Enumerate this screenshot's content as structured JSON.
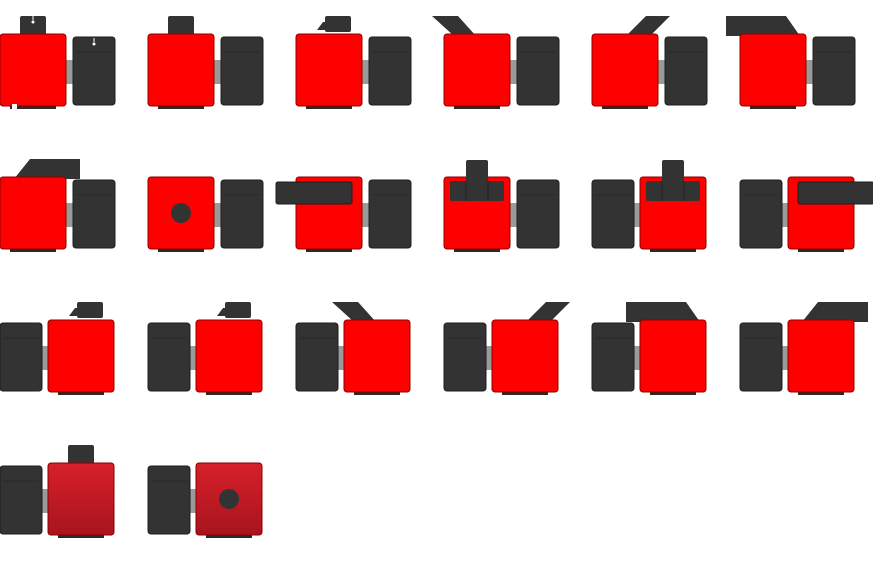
{
  "sprite_sheet": {
    "colors": {
      "body": "#ff0000",
      "body_dark_top": "#d7202a",
      "body_dark_bottom": "#a8141e",
      "part": "#333333",
      "part_stroke": "#1e1e1e",
      "connector": "#9a9a9a",
      "shadow": "#2a2a2a",
      "background": "#ffffff"
    },
    "frames": [
      {
        "row": 0,
        "col": 0,
        "body_side": "left",
        "attachment": "small-block-with-markers",
        "body_style": "bright"
      },
      {
        "row": 0,
        "col": 1,
        "body_side": "left",
        "attachment": "small-block",
        "body_style": "bright"
      },
      {
        "row": 0,
        "col": 2,
        "body_side": "left",
        "attachment": "small-block-slanted",
        "body_style": "bright"
      },
      {
        "row": 0,
        "col": 3,
        "body_side": "left",
        "attachment": "flap-raised-left",
        "body_style": "bright"
      },
      {
        "row": 0,
        "col": 4,
        "body_side": "left",
        "attachment": "flap-raised-right",
        "body_style": "bright"
      },
      {
        "row": 0,
        "col": 5,
        "body_side": "left",
        "attachment": "flap-half-open",
        "body_style": "bright"
      },
      {
        "row": 1,
        "col": 0,
        "body_side": "left",
        "attachment": "flap-open-right",
        "body_style": "bright"
      },
      {
        "row": 1,
        "col": 1,
        "body_side": "left",
        "attachment": "hole",
        "body_style": "bright"
      },
      {
        "row": 1,
        "col": 2,
        "body_side": "left",
        "attachment": "bar-horizontal",
        "body_style": "bright"
      },
      {
        "row": 1,
        "col": 3,
        "body_side": "left",
        "attachment": "clamp",
        "body_style": "bright"
      },
      {
        "row": 1,
        "col": 4,
        "body_side": "right",
        "attachment": "clamp",
        "body_style": "bright"
      },
      {
        "row": 1,
        "col": 5,
        "body_side": "right",
        "attachment": "bar-horizontal",
        "body_style": "bright"
      },
      {
        "row": 2,
        "col": 0,
        "body_side": "right",
        "attachment": "small-block-slanted",
        "body_style": "bright"
      },
      {
        "row": 2,
        "col": 1,
        "body_side": "right",
        "attachment": "small-block-slanted",
        "body_style": "bright"
      },
      {
        "row": 2,
        "col": 2,
        "body_side": "right",
        "attachment": "flap-raised-left",
        "body_style": "bright"
      },
      {
        "row": 2,
        "col": 3,
        "body_side": "right",
        "attachment": "flap-raised-right",
        "body_style": "bright"
      },
      {
        "row": 2,
        "col": 4,
        "body_side": "right",
        "attachment": "flap-half-open",
        "body_style": "bright"
      },
      {
        "row": 2,
        "col": 5,
        "body_side": "right",
        "attachment": "flap-open-right",
        "body_style": "bright"
      },
      {
        "row": 3,
        "col": 0,
        "body_side": "right",
        "attachment": "small-block",
        "body_style": "shaded"
      },
      {
        "row": 3,
        "col": 1,
        "body_side": "right",
        "attachment": "hole",
        "body_style": "shaded"
      }
    ]
  }
}
